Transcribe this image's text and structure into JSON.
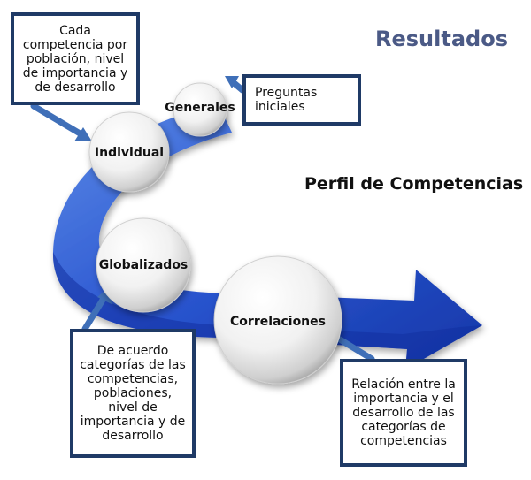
{
  "title": "Resultados",
  "subtitle": "Perfil de Competencias",
  "nodes": {
    "generales": "Generales",
    "individual": "Individual",
    "globalizados": "Globalizados",
    "correlaciones": "Correlaciones"
  },
  "notes": {
    "individual": "Cada\ncompetencia por\npoblación, nivel\nde importancia y\nde desarrollo",
    "generales": "Preguntas\niniciales",
    "globalizados": "De acuerdo\ncategorías de las\ncompetencias,\npoblaciones,\nnivel de\nimportancia y de\ndesarrollo",
    "correlaciones": "Relación entre la\nimportancia y el\ndesarrollo de las\ncategorías de\ncompetencias"
  },
  "colors": {
    "arrow_light": "#4f7fe0",
    "arrow_dark": "#1a3fb3",
    "box_border": "#1f3a66",
    "connector": "#3f6fb8",
    "title": "#4b5a86"
  }
}
